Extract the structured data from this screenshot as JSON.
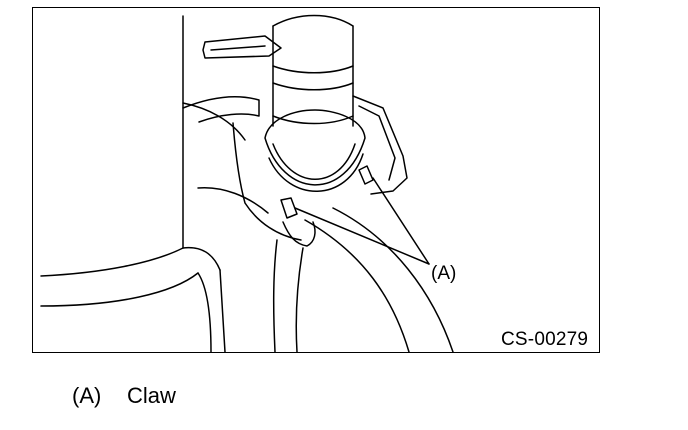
{
  "figure": {
    "callout": "(A)",
    "code": "CS-00279"
  },
  "legend": {
    "key": "(A)",
    "text": "Claw"
  }
}
